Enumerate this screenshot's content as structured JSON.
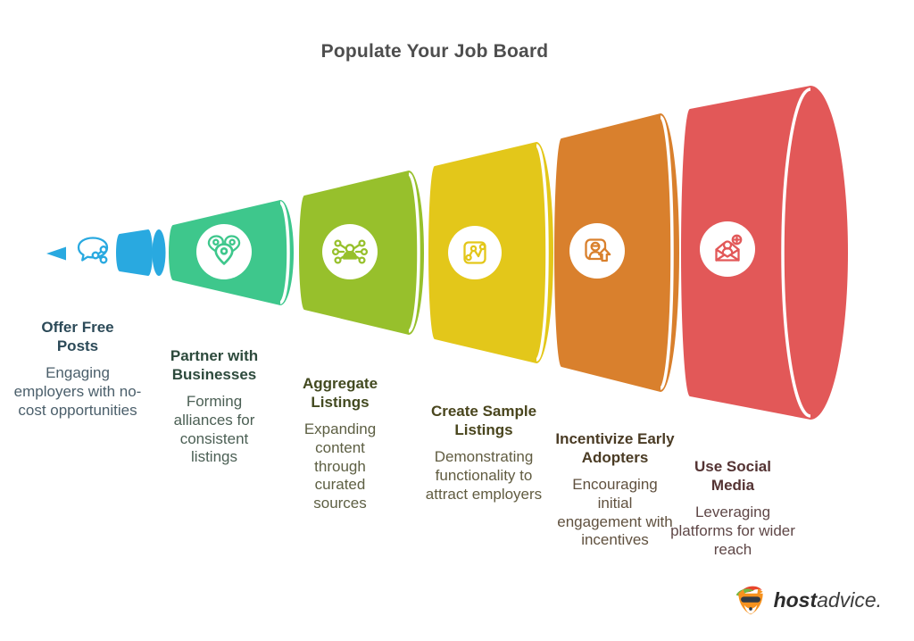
{
  "title": "Populate Your Job Board",
  "brand": {
    "name_bold": "host",
    "name_regular": "advice.",
    "logo_icon": "fox-mascot-icon"
  },
  "stages": [
    {
      "title": "Offer Free Posts",
      "description": "Engaging employers with no-cost opportunities",
      "color": "#29a9e0",
      "title_color": "#2c4a58",
      "desc_color": "#4b5f6b",
      "icon": "share-bubble-icon"
    },
    {
      "title": "Partner with Businesses",
      "description": "Forming alliances for consistent listings",
      "color": "#3ec78c",
      "title_color": "#2d4a3c",
      "desc_color": "#4b5f54",
      "icon": "map-pins-icon"
    },
    {
      "title": "Aggregate Listings",
      "description": "Expanding content through curated sources",
      "color": "#97c02c",
      "title_color": "#434a20",
      "desc_color": "#5d5f43",
      "icon": "network-person-icon"
    },
    {
      "title": "Create Sample Listings",
      "description": "Demonstrating functionality to attract employers",
      "color": "#e3c71a",
      "title_color": "#49451d",
      "desc_color": "#615c41",
      "icon": "chart-trend-icon"
    },
    {
      "title": "Incentivize Early Adopters",
      "description": "Encouraging initial engagement with incentives",
      "color": "#d9802d",
      "title_color": "#4a3b24",
      "desc_color": "#60513f",
      "icon": "user-upgrade-icon"
    },
    {
      "title": "Use Social Media",
      "description": "Leveraging platforms for wider reach",
      "color": "#e25858",
      "title_color": "#543333",
      "desc_color": "#5f4747",
      "icon": "mail-person-add-icon"
    }
  ]
}
